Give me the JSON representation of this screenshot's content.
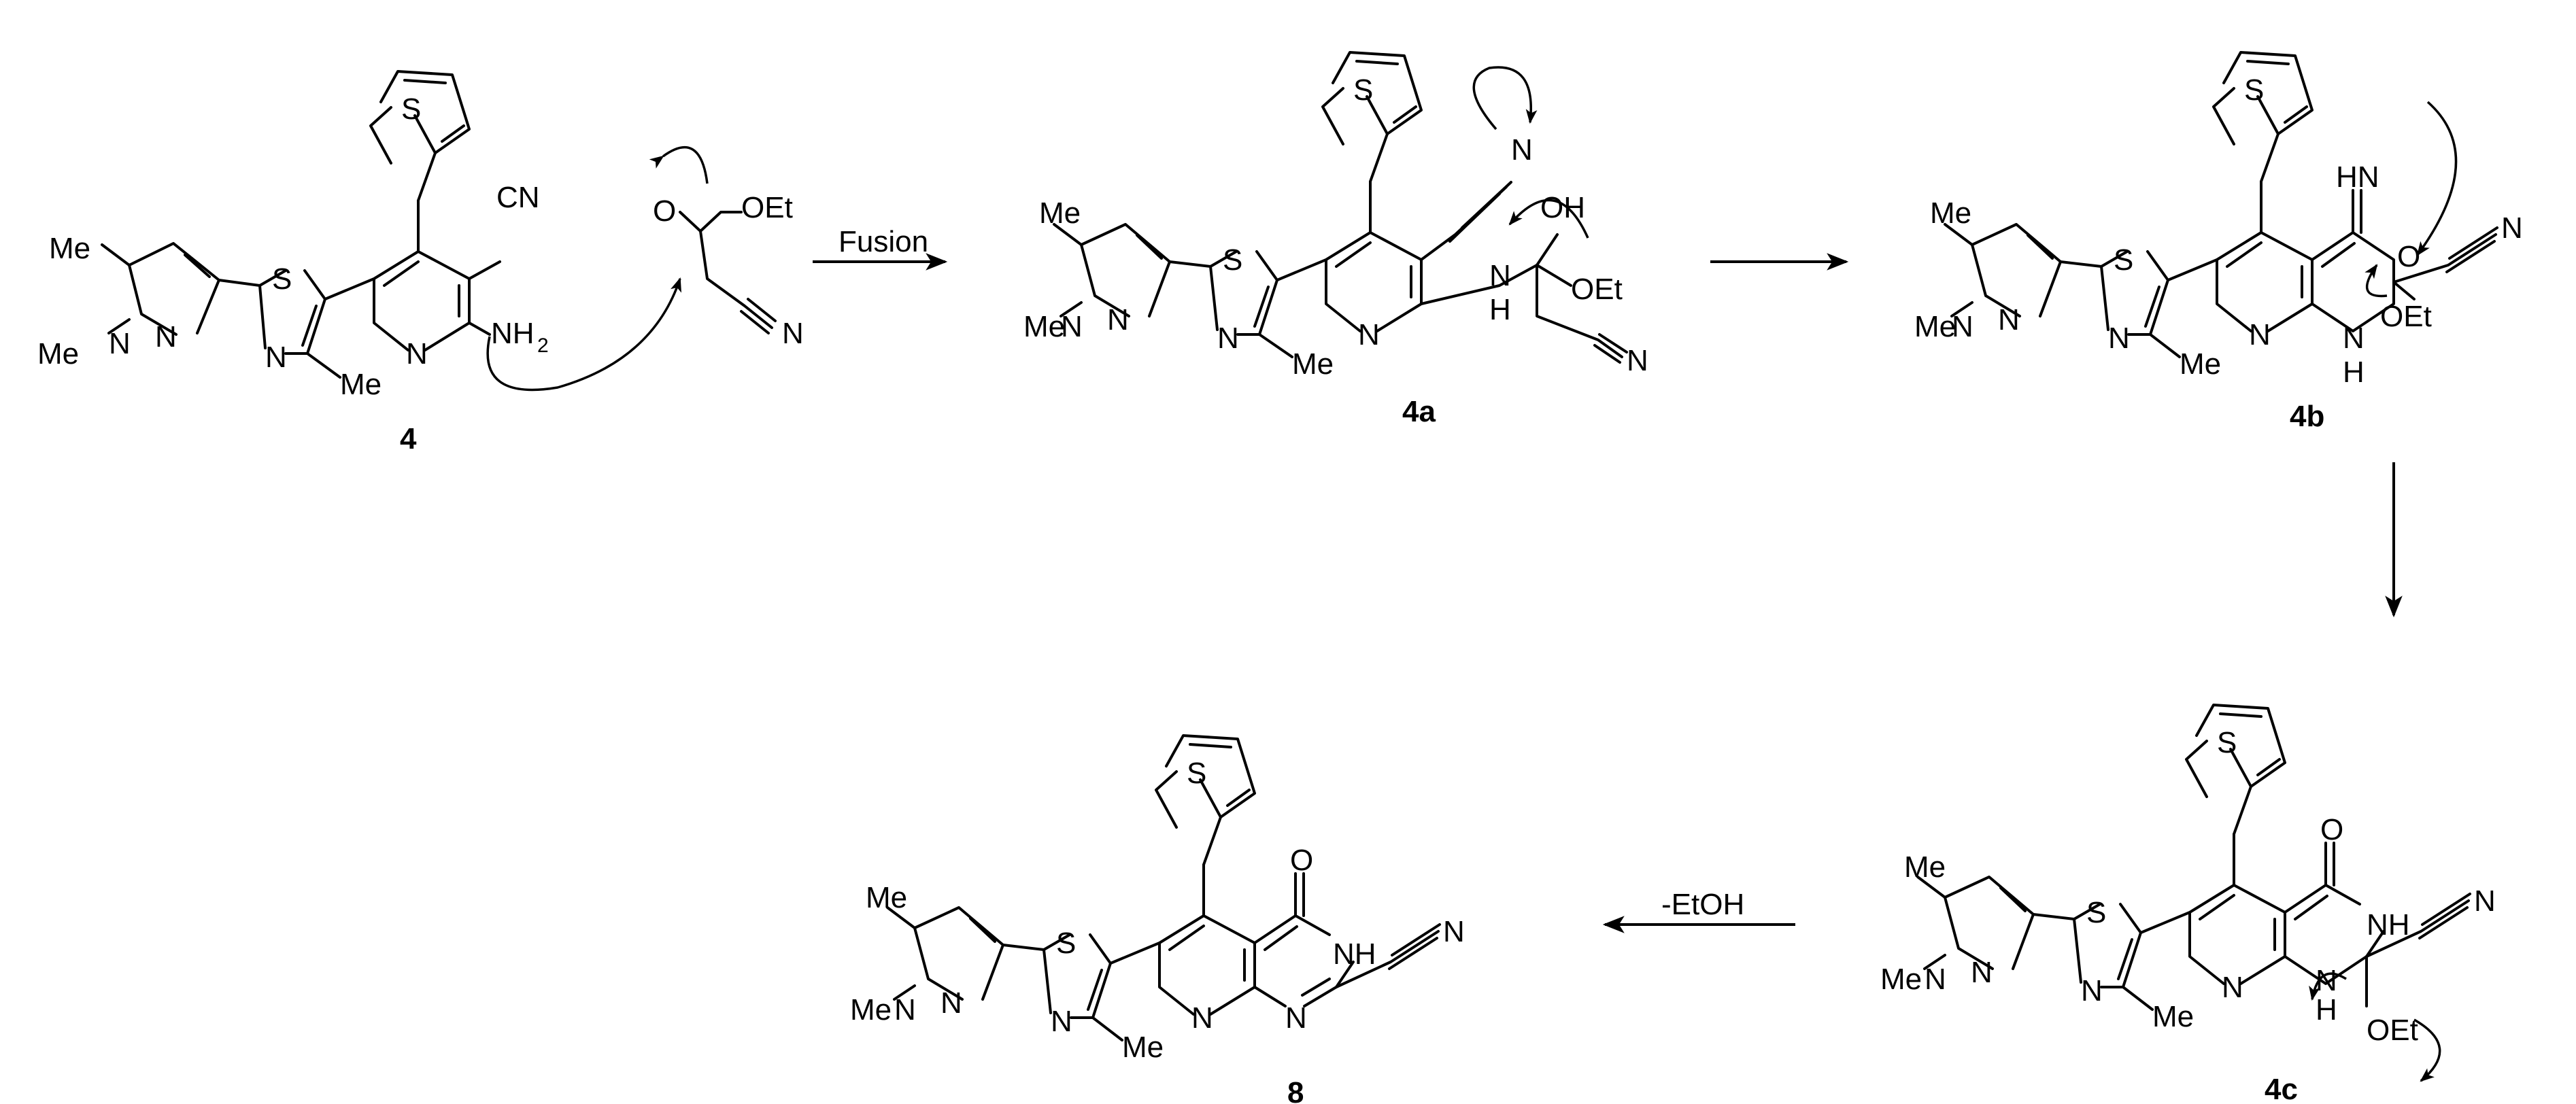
{
  "scheme": {
    "compounds": [
      {
        "label": "4"
      },
      {
        "label": "4a"
      },
      {
        "label": "4b"
      },
      {
        "label": "4c"
      },
      {
        "label": "8"
      }
    ],
    "conditions": {
      "step1": "Fusion",
      "step4": "-EtOH"
    }
  },
  "atoms": {
    "S": "S",
    "N": "N",
    "O": "O",
    "H": "H",
    "Me": "Me",
    "NH": "NH",
    "OH": "OH",
    "OEt": "OEt",
    "CN": "CN",
    "HN": "HN",
    "NH2": "NH",
    "sub2": "2"
  }
}
